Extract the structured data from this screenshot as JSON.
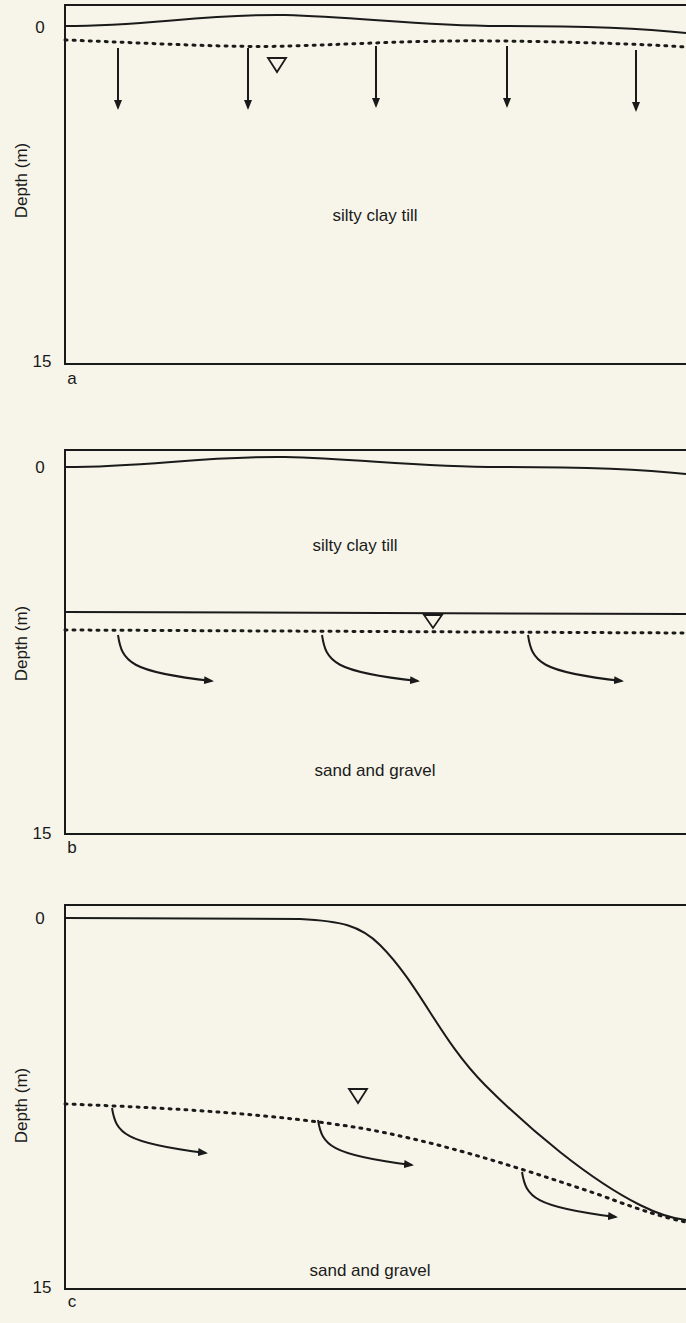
{
  "diagram": {
    "labels": [
      "0",
      "Depth (m)",
      "silty clay till",
      "15",
      "a",
      "0",
      "silty clay till",
      "Depth (m)",
      "sand and gravel",
      "15",
      "b",
      "0",
      "Depth (m)",
      "sand and gravel",
      "15",
      "c"
    ]
  }
}
